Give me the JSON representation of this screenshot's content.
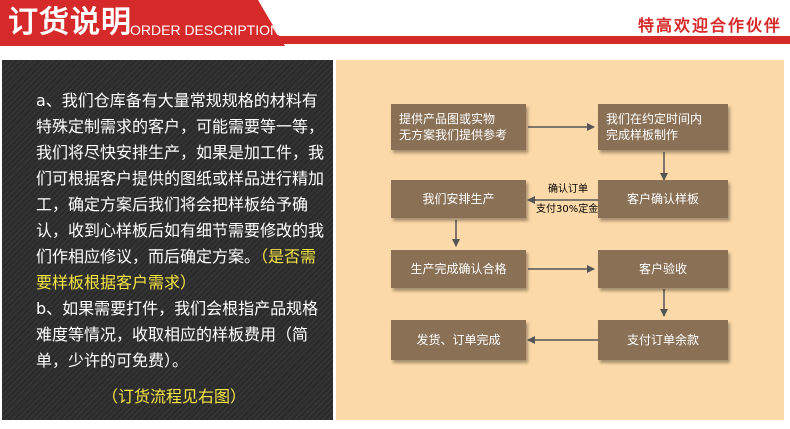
{
  "header": {
    "title_cn": "订货说明",
    "title_en": "ORDER DESCRIPTION",
    "slogan": "特高欢迎合作伙伴"
  },
  "description": {
    "para_a": "a、我们仓库备有大量常规规格的材料有特殊定制需求的客户，可能需要等一等，我们将尽快安排生产，如果是加工件，我们可根据客户提供的图纸或样品进行精加工，确定方案后我们将会把样板给予确认，收到心样板后如有细节需要修改的我们作相应修议，而后确定方案。",
    "para_a_note": "（是否需要样板根据客户需求）",
    "para_b": "b、如果需要打件，我们会根指产品规格难度等情况，收取相应的样板费用（简单，少许的可免费）。",
    "flow_note": "（订货流程见右图）"
  },
  "flowchart": {
    "step1": "提供产品图或实物\n无方案我们提供参考",
    "step2": "我们在约定时间内\n完成样板制作",
    "step3": "客户确认样板",
    "step4": "我们安排生产",
    "step5": "生产完成确认合格",
    "step6": "客户验收",
    "step7": "支付订单余款",
    "step8": "发货、订单完成",
    "label_confirm": "确认订单",
    "label_deposit": "支付30%定金"
  },
  "colors": {
    "header_red": "#d62a2a",
    "panel_dark": "#2f2f2f",
    "panel_peach": "#fcd9a8",
    "box_brown": "#8a7156",
    "highlight_yellow": "#f5e642"
  }
}
